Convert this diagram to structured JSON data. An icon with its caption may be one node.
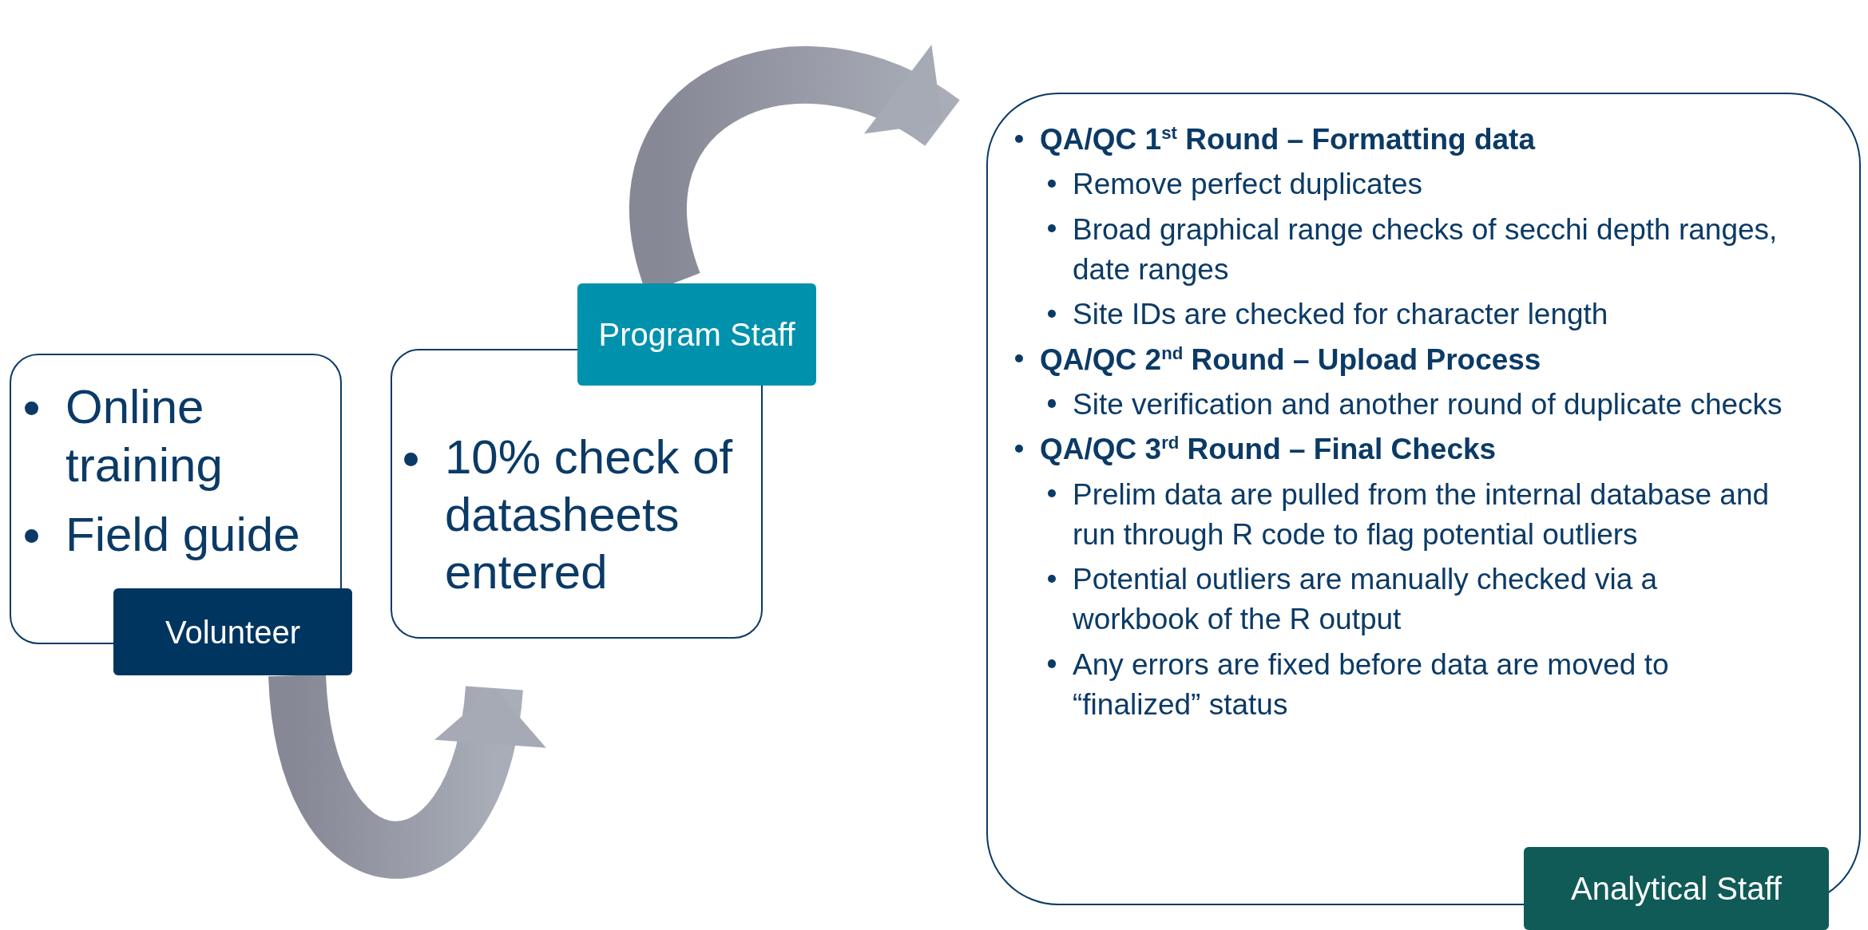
{
  "diagram": {
    "nodes": [
      {
        "text": [
          "Online training",
          "Field guide",
          "Volunteer"
        ]
      },
      {
        "text": [
          "Program Staff",
          "10% check of datasheets entered"
        ]
      },
      {
        "text": [
          "QA/QC 1$^{st}$ Round – Formatting data",
          "Remove perfect duplicates",
          "Broad graphical range checks of secchi depth ranges, date ranges",
          "Site IDs are checked for character length",
          "QA/QC 2$^{nd}$ Round – Upload Process",
          "Site verification and another round of duplicate checks",
          "QA/QC 3$^{rd}$ Round – Final Checks",
          "Prelim data are pulled from the internal database and run through R code to flag potential outliers",
          "Potential outliers are manually checked via a workbook of the R output",
          "Any errors are fixed before data are moved to “finalized” status",
          "Analytical Staff"
        ]
      }
    ],
    "edges": [
      {
        "from": 0,
        "to": 1,
        "arrow": "to"
      },
      {
        "from": 1,
        "to": 2,
        "arrow": "to"
      }
    ]
  }
}
